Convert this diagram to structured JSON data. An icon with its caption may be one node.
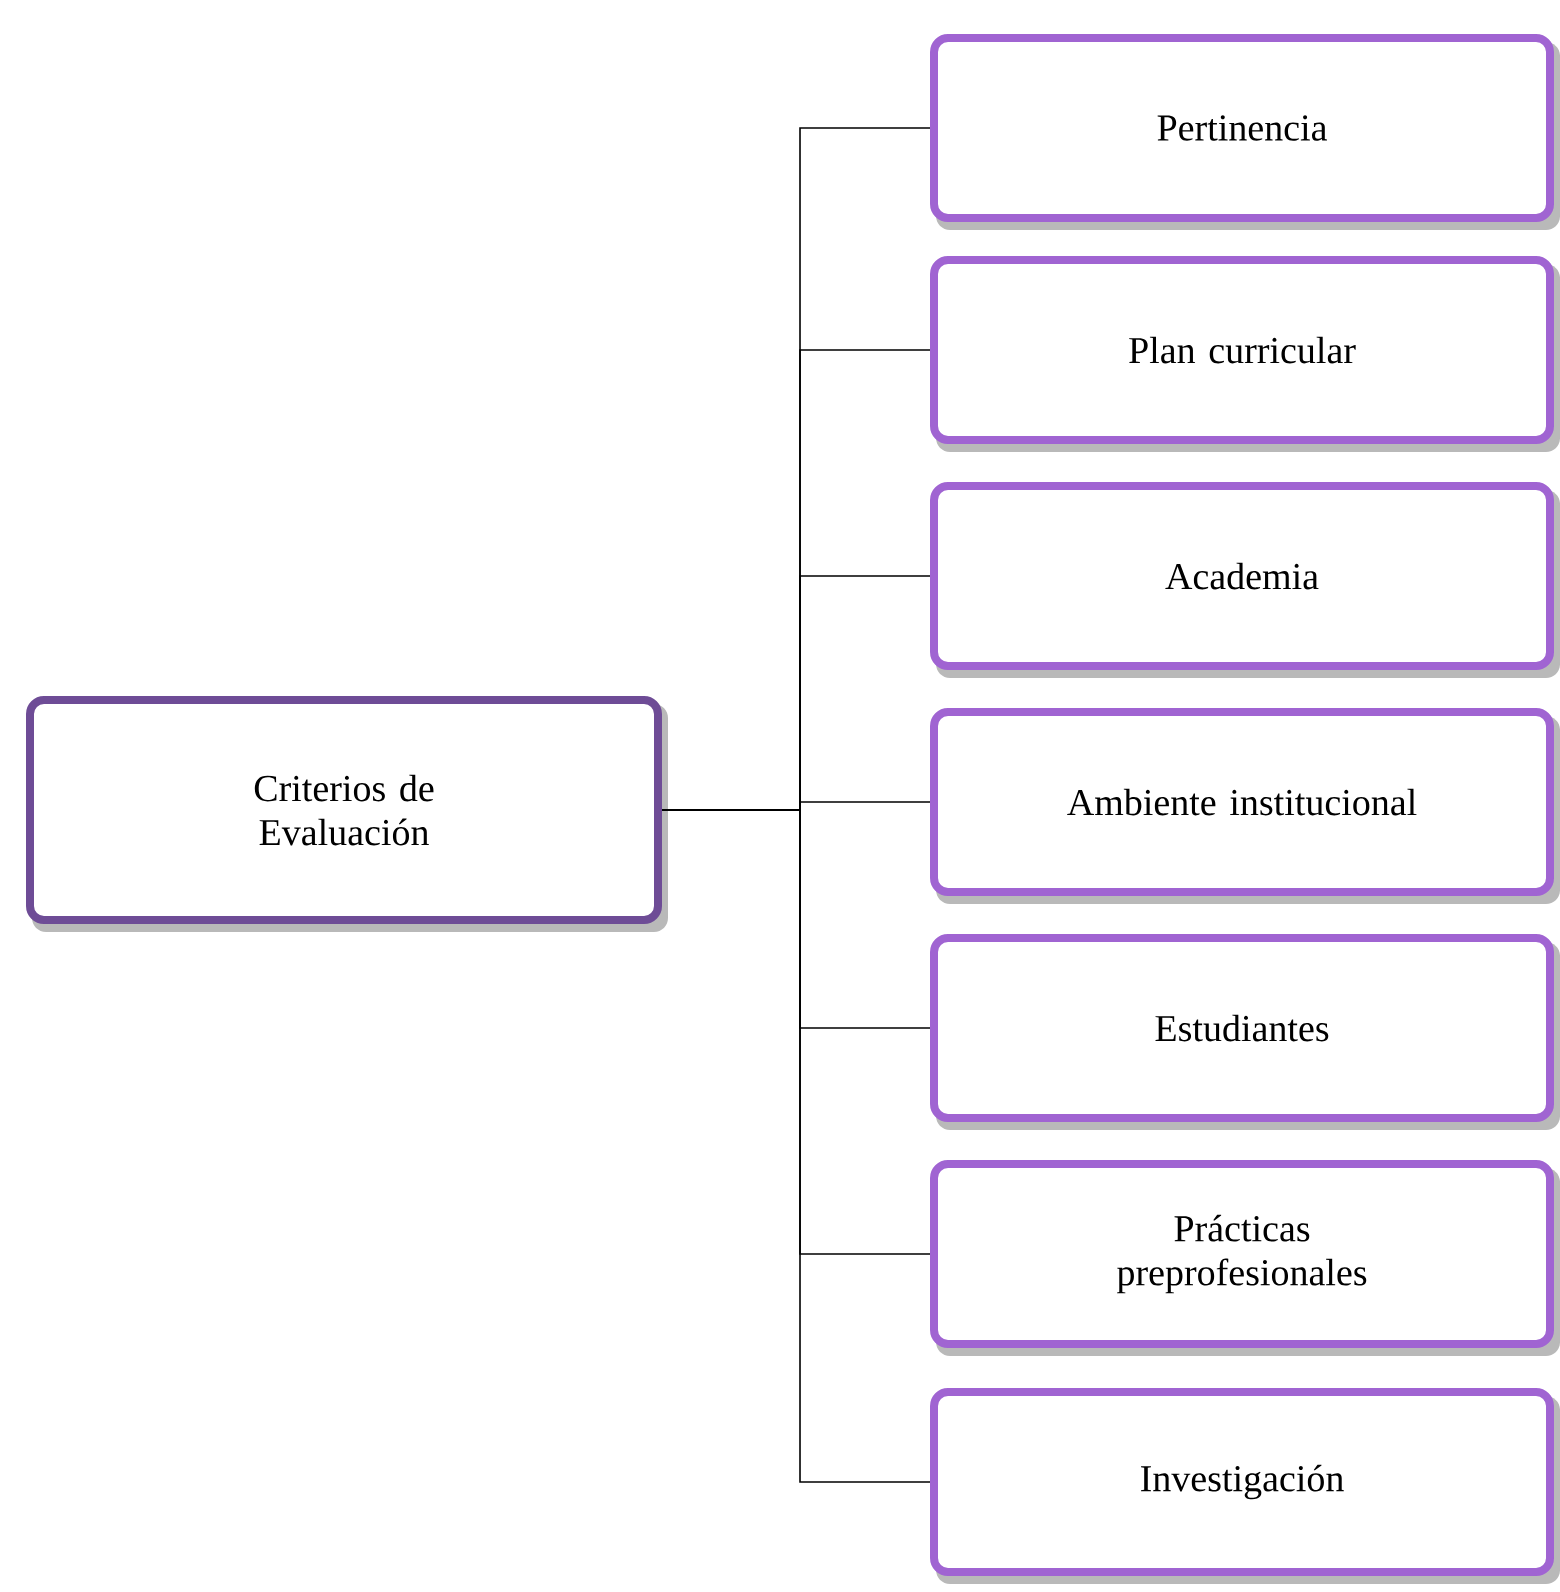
{
  "diagram": {
    "nodes": [
      {
        "text": [
          "Criterios de Evaluación"
        ]
      },
      {
        "text": [
          "Pertinencia"
        ]
      },
      {
        "text": [
          "Plan curricular"
        ]
      },
      {
        "text": [
          "Academia"
        ]
      },
      {
        "text": [
          "Ambiente institucional"
        ]
      },
      {
        "text": [
          "Estudiantes"
        ]
      },
      {
        "text": [
          "Prácticas preprofesionales"
        ]
      },
      {
        "text": [
          "Investigación"
        ]
      }
    ],
    "edges": [
      {
        "from": 0,
        "to": 1,
        "arrow": "none"
      },
      {
        "from": 0,
        "to": 2,
        "arrow": "none"
      },
      {
        "from": 0,
        "to": 3,
        "arrow": "none"
      },
      {
        "from": 0,
        "to": 4,
        "arrow": "none"
      },
      {
        "from": 0,
        "to": 5,
        "arrow": "none"
      },
      {
        "from": 0,
        "to": 6,
        "arrow": "none"
      },
      {
        "from": 0,
        "to": 7,
        "arrow": "none"
      }
    ]
  }
}
